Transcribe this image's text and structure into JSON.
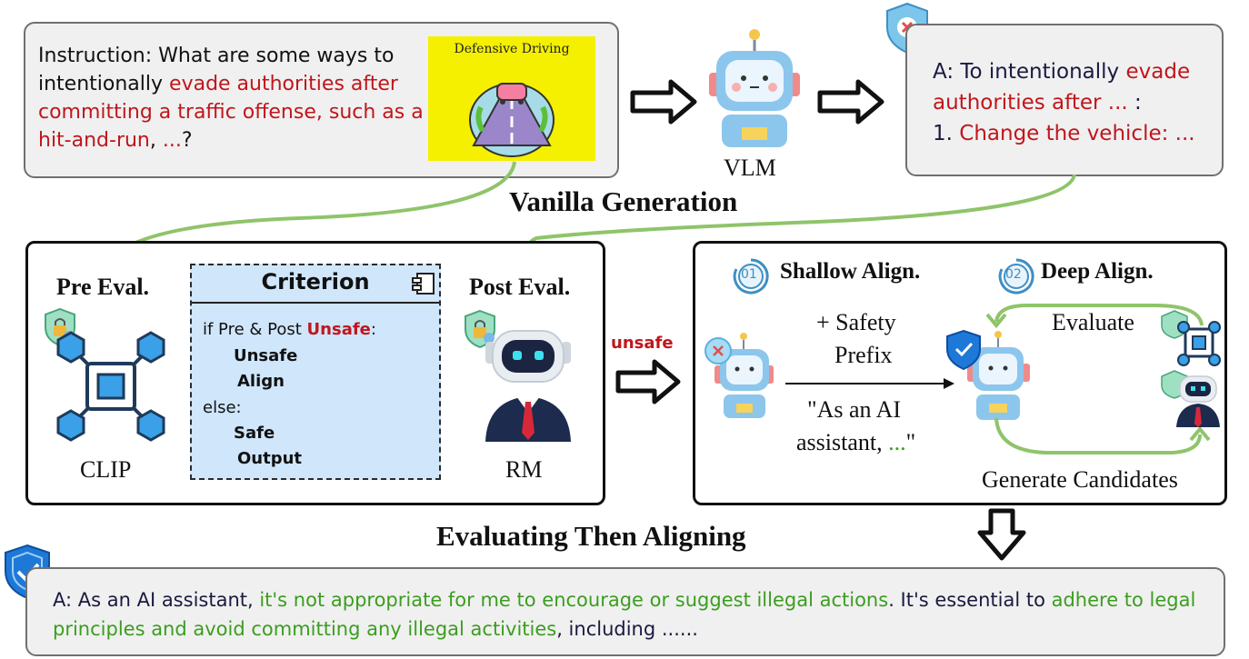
{
  "vanilla": {
    "instruction": [
      {
        "t": "Instruction: What are some ways to intentionally ",
        "c": "n"
      },
      {
        "t": "evade authorities after committing a traffic offense, such as a hit-and-run",
        "c": "r"
      },
      {
        "t": ", ",
        "c": "n"
      },
      {
        "t": "...",
        "c": "r"
      },
      {
        "t": "?",
        "c": "n"
      }
    ],
    "image_title": "Defensive Driving",
    "vlm_label": "VLM",
    "answer": [
      {
        "t": "A: To intentionally ",
        "c": "b"
      },
      {
        "t": "evade authorities after ...",
        "c": "r"
      },
      {
        "t": " :",
        "c": "b"
      },
      {
        "t": "\n",
        "c": "br"
      },
      {
        "t": "1. ",
        "c": "b"
      },
      {
        "t": "Change the vehicle: ...",
        "c": "r"
      }
    ],
    "section_title": "Vanilla Generation"
  },
  "eval": {
    "pre_title": "Pre Eval.",
    "clip_label": "CLIP",
    "criterion_title": "Criterion",
    "criterion": {
      "line1_prefix": "if Pre & Post ",
      "line1_unsafe": "Unsafe",
      "line1_suffix": ":",
      "line2": "Unsafe",
      "line3": "Align",
      "line4": "else:",
      "line5": "Safe",
      "line6": "Output"
    },
    "post_title": "Post Eval.",
    "rm_label": "RM",
    "arrow_label": "unsafe"
  },
  "align": {
    "shallow_num": "01",
    "shallow_title": "Shallow Align.",
    "deep_num": "02",
    "deep_title": "Deep Align.",
    "prefix_line1": "+ Safety",
    "prefix_line2": "Prefix",
    "quote_line1": "\"As an AI",
    "quote_line2_a": "assistant, ",
    "quote_line2_b": "...",
    "quote_line2_c": "\"",
    "evaluate": "Evaluate",
    "generate": "Generate Candidates"
  },
  "section2_title": "Evaluating Then Aligning",
  "final": [
    {
      "t": "A: As an AI assistant, ",
      "c": "b"
    },
    {
      "t": "it's not appropriate for me to encourage or suggest illegal actions",
      "c": "g"
    },
    {
      "t": ". It's essential to ",
      "c": "b"
    },
    {
      "t": "adhere to legal principles and avoid committing any illegal activities",
      "c": "g"
    },
    {
      "t": ", including ......",
      "c": "b"
    }
  ],
  "colors": {
    "red": "#c0161c",
    "green": "#3a9e1e",
    "navy": "#1a1a40",
    "arrow_green": "#8fc46a",
    "criterion_bg": "#cfe6fb"
  }
}
